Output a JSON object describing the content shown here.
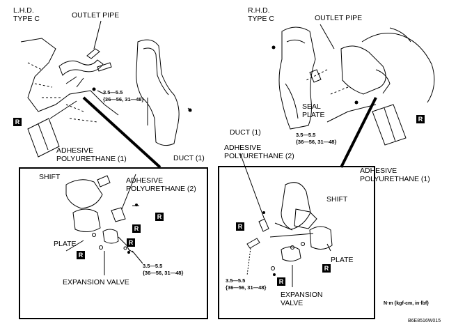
{
  "left": {
    "heading_line1": "L.H.D.",
    "heading_line2": "TYPE C",
    "outlet_pipe": "OUTLET PIPE",
    "torque_line1": "3.5—5.5",
    "torque_line2": "{36—56, 31—48}",
    "adhesive_line1": "ADHESIVE",
    "adhesive_line2": "POLYURETHANE (1)",
    "duct": "DUCT (1)",
    "detail": {
      "shift": "SHIFT",
      "adhesive_line1": "ADHESIVE",
      "adhesive_line2": "POLYURETHANE (2)",
      "plate": "PLATE",
      "torque_line1": "3.5—5.5",
      "torque_line2": "{36—56, 31—48}",
      "expansion_valve": "EXPANSION VALVE"
    }
  },
  "right": {
    "heading_line1": "R.H.D.",
    "heading_line2": "TYPE C",
    "outlet_pipe": "OUTLET PIPE",
    "seal_line1": "SEAL",
    "seal_line2": "PLATE",
    "duct": "DUCT (1)",
    "torque_line1": "3.5—5.5",
    "torque_line2": "{36—56, 31—48}",
    "adhesive1_line1": "ADHESIVE",
    "adhesive1_line2": "POLYURETHANE (1)",
    "detail": {
      "adhesive_line1": "ADHESIVE",
      "adhesive_line2": "POLYURETHANE (2)",
      "shift": "SHIFT",
      "plate": "PLATE",
      "torque_line1": "3.5—5.5",
      "torque_line2": "{36—56, 31—48}",
      "expansion_line1": "EXPANSION",
      "expansion_line2": "VALVE"
    }
  },
  "r_mark": "R",
  "units": "N·m {kgf-cm, in·lbf}",
  "figure_code": "B6E8516W015"
}
